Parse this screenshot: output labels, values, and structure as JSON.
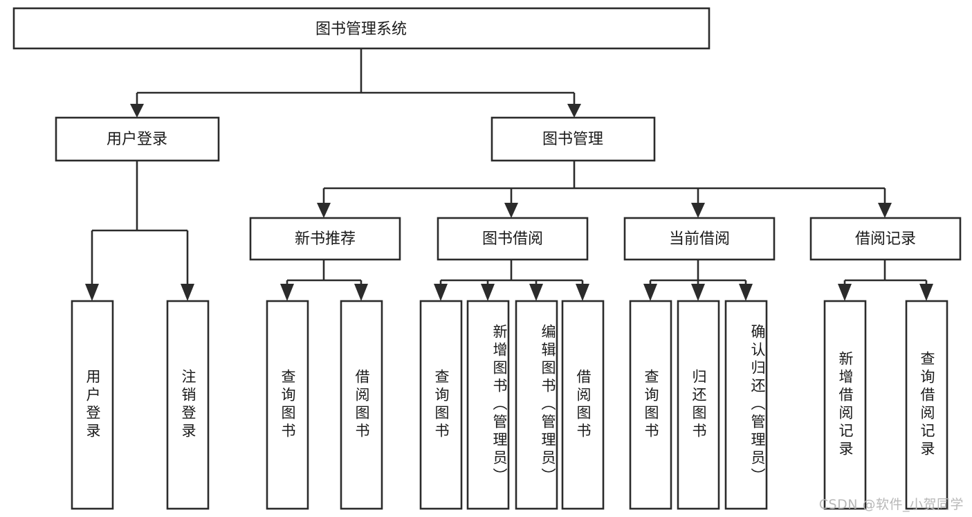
{
  "diagram": {
    "title": "图书管理系统",
    "type": "tree-hierarchy-chart",
    "root": {
      "label": "图书管理系统"
    },
    "level2": [
      {
        "label": "用户登录"
      },
      {
        "label": "图书管理"
      }
    ],
    "level3": [
      {
        "label": "新书推荐"
      },
      {
        "label": "图书借阅"
      },
      {
        "label": "当前借阅"
      },
      {
        "label": "借阅记录"
      }
    ],
    "leaves": {
      "user_login": [
        {
          "label": "用户登录"
        },
        {
          "label": "注销登录"
        }
      ],
      "new_book": [
        {
          "label": "查询图书"
        },
        {
          "label": "借阅图书"
        }
      ],
      "book_borrow": [
        {
          "label": "查询图书"
        },
        {
          "label": "新增图书（管理员）"
        },
        {
          "label": "编辑图书（管理员）"
        },
        {
          "label": "借阅图书"
        }
      ],
      "current_borrow": [
        {
          "label": "查询图书"
        },
        {
          "label": "归还图书"
        },
        {
          "label": "确认归还（管理员）"
        }
      ],
      "borrow_record": [
        {
          "label": "新增借阅记录"
        },
        {
          "label": "查询借阅记录"
        }
      ]
    }
  },
  "watermark": {
    "text": "CSDN @软件_小贺同学"
  },
  "colors": {
    "stroke": "#2b2b2b",
    "box_fill": "#ffffff",
    "text": "#1a1a1a",
    "watermark": "#b8b8b8",
    "background": "#ffffff"
  }
}
